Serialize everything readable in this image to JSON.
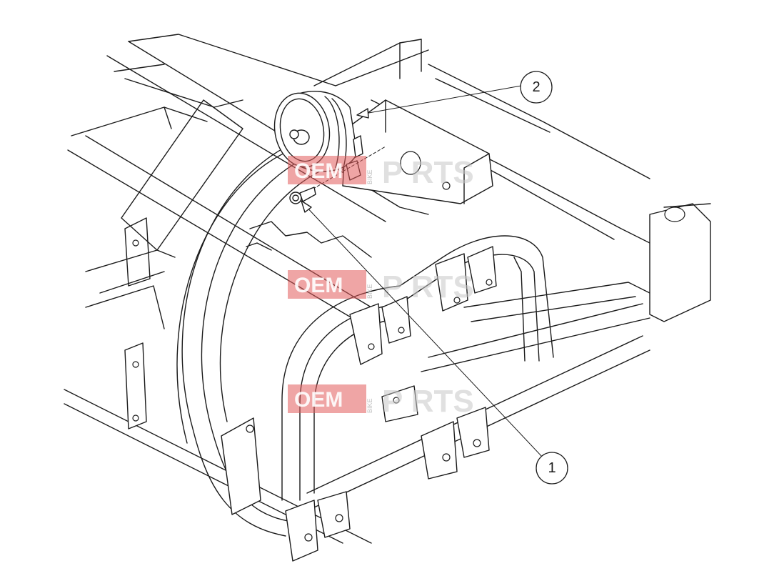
{
  "callouts": [
    {
      "id": "1",
      "label": "1"
    },
    {
      "id": "2",
      "label": "2"
    }
  ],
  "watermark": {
    "oem": "OEM",
    "bike": "BIKE",
    "parts": "P RTS",
    "color": "#e25b5b"
  }
}
